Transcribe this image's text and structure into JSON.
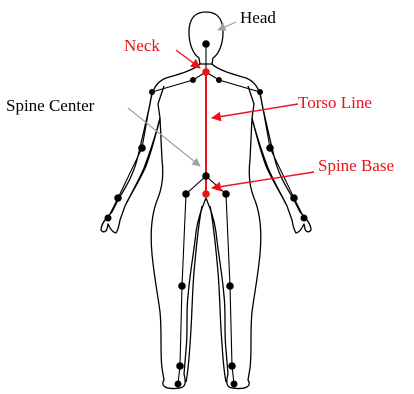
{
  "labels": {
    "head": "Head",
    "neck": "Neck",
    "spine_center": "Spine Center",
    "torso_line": "Torso Line",
    "spine_base": "Spine Base"
  },
  "colors": {
    "outline": "#000000",
    "accent": "#e8141b",
    "leader_gray": "#a0a0a0",
    "joint": "#000000"
  }
}
